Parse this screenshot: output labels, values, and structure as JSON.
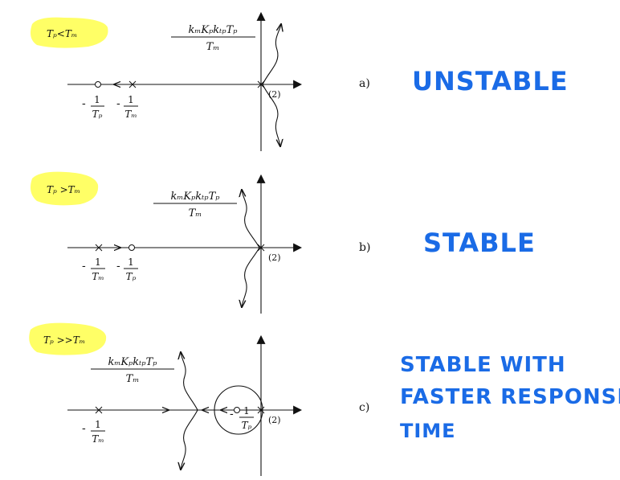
{
  "colors": {
    "highlight": "#ffff66",
    "handwriting": "#1a6be6",
    "ink": "#111111"
  },
  "panels": [
    {
      "id": "a",
      "condition": "Tₚ<Tₘ",
      "gain_numer": "kₘKₚkₜₚTₚ",
      "gain_denom": "Tₘ",
      "left_label": "- 1/Tₚ",
      "left_numer": "1",
      "left_denom": "Tₚ",
      "right_label_numer": "1",
      "right_label_denom": "Tₘ",
      "multiplicity": "(2)",
      "letter": "a)",
      "verdict_lines": [
        "UNSTABLE"
      ]
    },
    {
      "id": "b",
      "condition": "Tₚ >Tₘ",
      "gain_numer": "kₘKₚkₜₚTₚ",
      "gain_denom": "Tₘ",
      "left_numer": "1",
      "left_denom": "Tₘ",
      "right_label_numer": "1",
      "right_label_denom": "Tₚ",
      "multiplicity": "(2)",
      "letter": "b)",
      "verdict_lines": [
        "STABLE"
      ]
    },
    {
      "id": "c",
      "condition": "Tₚ >>Tₘ",
      "gain_numer": "kₘKₚkₜₚTₚ",
      "gain_denom": "Tₘ",
      "left_numer": "1",
      "left_denom": "Tₘ",
      "right_label_numer": "1",
      "right_label_denom": "Tₚ",
      "multiplicity": "(2)",
      "letter": "c)",
      "verdict_lines": [
        "STABLE WITH",
        "FASTER RESPONSE",
        "TIME"
      ]
    }
  ]
}
